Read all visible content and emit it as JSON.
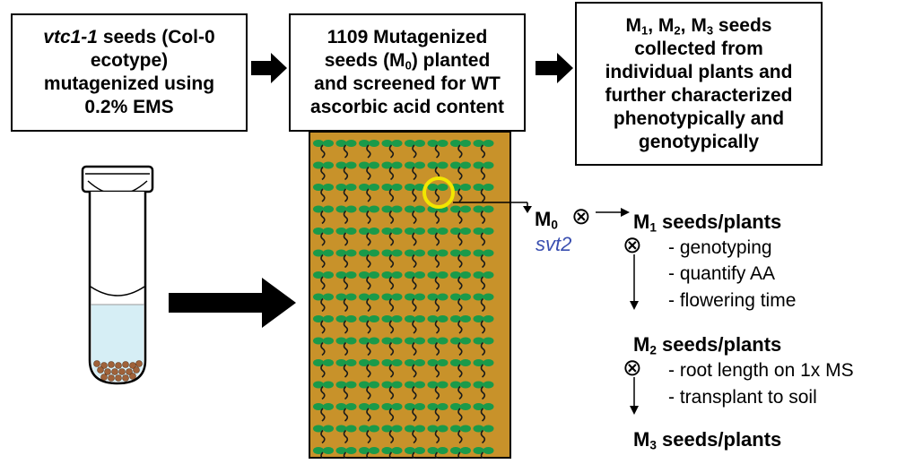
{
  "box1": {
    "italic": "vtc1-1",
    "line1_rest": " seeds (Col-0",
    "line2": "ecotype)",
    "line3": "mutagenized using",
    "line4": "0.2% EMS"
  },
  "box2": {
    "line1": "1109 Mutagenized",
    "line2_pre": "seeds (M",
    "line2_sub": "0",
    "line2_post": ") planted",
    "line3": "and screened for WT",
    "line4": "ascorbic acid content"
  },
  "box3": {
    "m1": "M",
    "s1": "1",
    "sep1": ", M",
    "s2": "2",
    "sep2": ", M",
    "s3": "3",
    "line1_post": " seeds",
    "line2": "collected from",
    "line3": "individual plants and",
    "line4": "further characterized",
    "line5": "phenotypically and",
    "line6": "genotypically"
  },
  "m0": {
    "label": "M",
    "sub": "0",
    "mutant": "svt2"
  },
  "generations": [
    {
      "label": "M",
      "sub": "1",
      "rest": " seeds/plants",
      "steps": [
        "- genotyping",
        "- quantify AA",
        "- flowering time"
      ]
    },
    {
      "label": "M",
      "sub": "2",
      "rest": " seeds/plants",
      "steps": [
        "- root length on 1x MS",
        "- transplant to soil"
      ]
    },
    {
      "label": "M",
      "sub": "3",
      "rest": " seeds/plants",
      "steps": []
    }
  ],
  "self_symbol": "⊗",
  "colors": {
    "soil": "#c8922a",
    "leaf": "#1a9a4a",
    "highlight": "#f2e600",
    "mutant_text": "#3a4fb0",
    "tube_liquid": "#d6eef5",
    "seeds": "#a0623a"
  },
  "tray": {
    "rows": 15,
    "cols": 8
  }
}
